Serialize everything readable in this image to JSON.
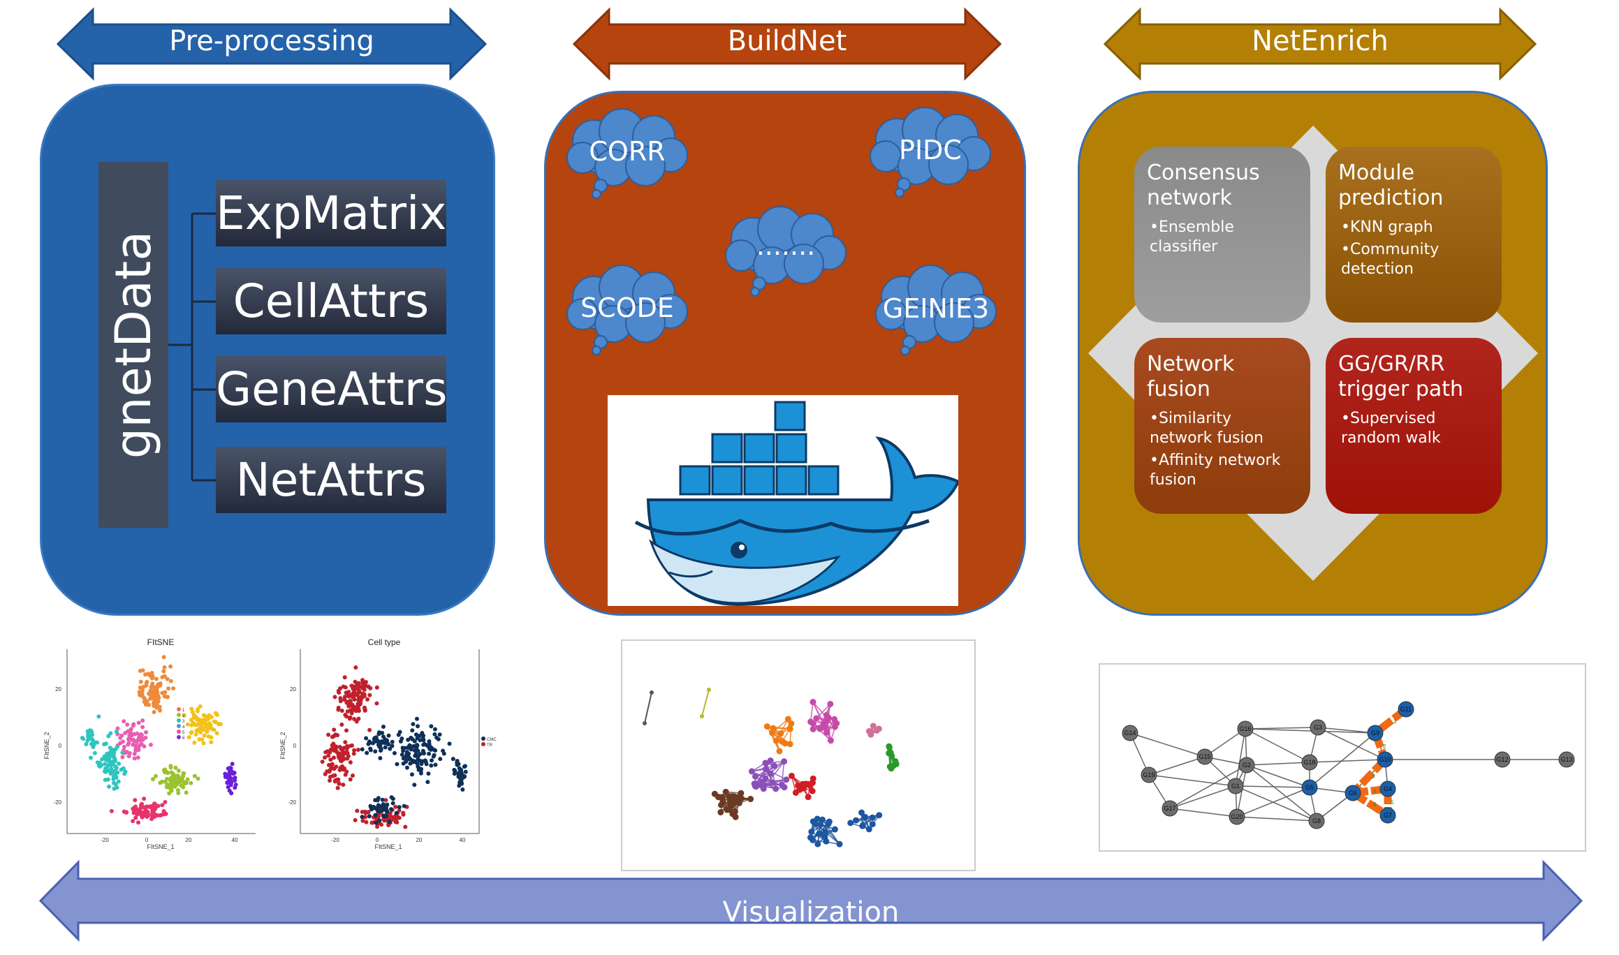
{
  "stages": {
    "preprocessing": "Pre-processing",
    "buildnet": "BuildNet",
    "netenrich": "NetEnrich",
    "visualization": "Visualization"
  },
  "gnetdata": {
    "title": "gnetData",
    "fields": [
      "ExpMatrix",
      "CellAttrs",
      "GeneAttrs",
      "NetAttrs"
    ]
  },
  "buildnet": {
    "methods": [
      "CORR",
      "PIDC",
      ".......",
      "SCODE",
      "GEINIE3"
    ],
    "container_icon": "docker-whale-icon"
  },
  "netenrich": {
    "cards": [
      {
        "title": "Consensus network",
        "bullets": [
          "•Ensemble classifier"
        ]
      },
      {
        "title": "Module prediction",
        "bullets": [
          "•KNN graph",
          "•Community detection"
        ]
      },
      {
        "title": "Network fusion",
        "bullets": [
          "•Similarity network fusion",
          "•Affinity network fusion"
        ]
      },
      {
        "title": "GG/GR/RR trigger path",
        "bullets": [
          "•Supervised random walk"
        ]
      }
    ]
  },
  "plots": {
    "fitsne": {
      "title": "FItSNE",
      "xlabel": "FItSNE_1",
      "ylabel": "FItSNE_2",
      "xticks": [
        "-20",
        "0",
        "20",
        "40"
      ],
      "yticks": [
        "20",
        "0",
        "-20"
      ],
      "legend": [
        "1",
        "2",
        "3",
        "4",
        "5",
        "6"
      ]
    },
    "celltype": {
      "title": "Cell type",
      "xlabel": "FItSNE_1",
      "ylabel": "FItSNE_2",
      "xticks": [
        "-20",
        "0",
        "20",
        "40"
      ],
      "yticks": [
        "20",
        "0",
        "-20"
      ],
      "legend": [
        "CMC",
        "TR"
      ]
    }
  },
  "gene_network": {
    "nodes": [
      "G1",
      "G2",
      "G3",
      "G4",
      "G5",
      "G6",
      "G7",
      "G8",
      "G9",
      "G10",
      "G11",
      "G12",
      "G13",
      "G14",
      "G15",
      "G16",
      "G17",
      "G18",
      "G19",
      "G20"
    ],
    "path_labels": [
      "1",
      "2",
      "3",
      "4",
      "5",
      "6"
    ]
  },
  "colors": {
    "preprocessing": "#2462aa",
    "buildnet": "#b5440e",
    "netenrich": "#b38005",
    "visualization": "#8394d0",
    "cloud": "#4d87cc",
    "path": "#f06a15",
    "network_node_grey": "#6d6d6d",
    "network_node_blue": "#1b5fa8"
  }
}
